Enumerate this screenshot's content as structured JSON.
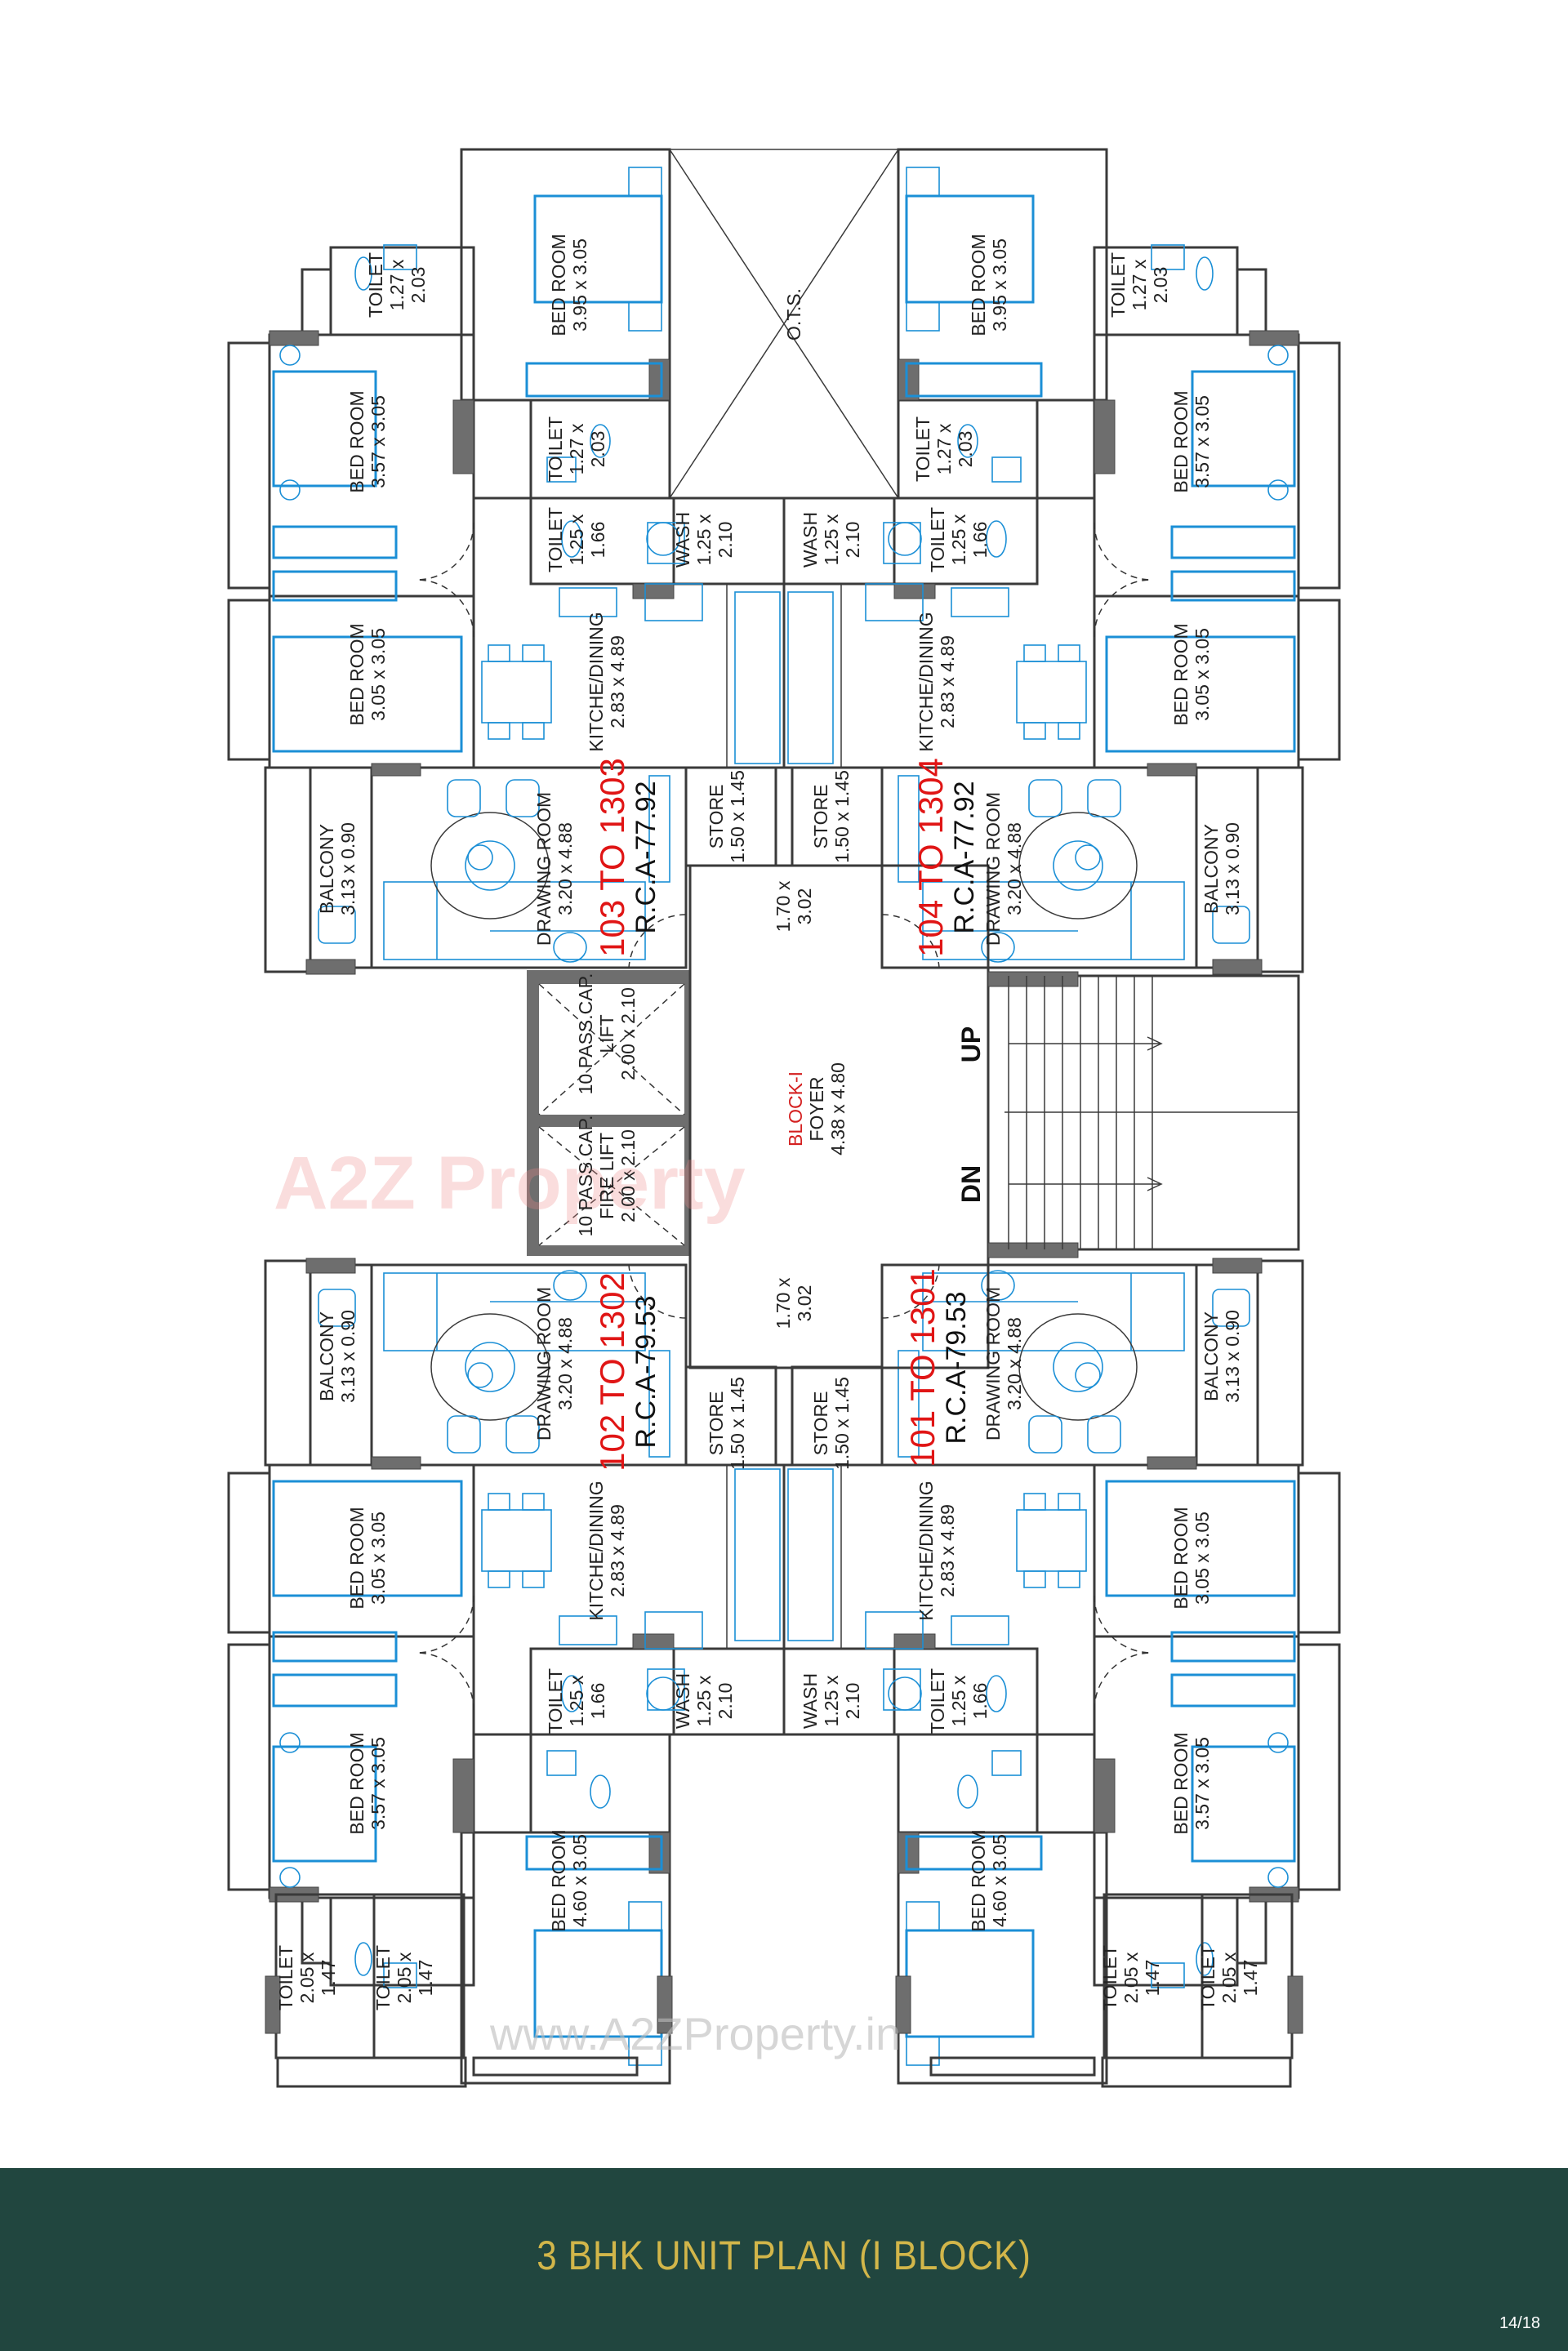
{
  "footer": {
    "title": "3 BHK UNIT PLAN (I BLOCK)",
    "page": "14/18",
    "background_color": "#21463f",
    "title_color": "#d2b64a"
  },
  "colors": {
    "furniture": "#1b8fd6",
    "unit_label": "#e01515",
    "walls": "#3a3a3a",
    "columns": "#6e6e6e"
  },
  "units": [
    {
      "number": "103 TO 1303",
      "rca": "R.C.A-77.92"
    },
    {
      "number": "104 TO 1304",
      "rca": "R.C.A-77.92"
    },
    {
      "number": "102 TO 1302",
      "rca": "R.C.A-79.53"
    },
    {
      "number": "101 TO 1301",
      "rca": "R.C.A-79.53"
    }
  ],
  "stairs": {
    "up": "UP",
    "down": "DN"
  },
  "watermarks": {
    "logo": "A2Z Property",
    "url": "www.A2ZProperty.in"
  },
  "labels": [
    {
      "lines": [
        "TOILET",
        "1.27 x",
        "2.03"
      ]
    },
    {
      "lines": [
        "BED ROOM",
        "3.95 x 3.05"
      ]
    },
    {
      "lines": [
        "O.T.S."
      ]
    },
    {
      "lines": [
        "BED ROOM",
        "3.95 x 3.05"
      ]
    },
    {
      "lines": [
        "TOILET",
        "1.27 x",
        "2.03"
      ]
    },
    {
      "lines": [
        "BED ROOM",
        "3.57 x 3.05"
      ]
    },
    {
      "lines": [
        "TOILET",
        "1.27 x",
        "2.03"
      ]
    },
    {
      "lines": [
        "TOILET",
        "1.27 x",
        "2.03"
      ]
    },
    {
      "lines": [
        "BED ROOM",
        "3.57 x 3.05"
      ]
    },
    {
      "lines": [
        "TOILET",
        "1.25 x",
        "1.66"
      ]
    },
    {
      "lines": [
        "WASH",
        "1.25 x",
        "2.10"
      ]
    },
    {
      "lines": [
        "WASH",
        "1.25 x",
        "2.10"
      ]
    },
    {
      "lines": [
        "TOILET",
        "1.25 x",
        "1.66"
      ]
    },
    {
      "lines": [
        "BED ROOM",
        "3.05 x 3.05"
      ]
    },
    {
      "lines": [
        "KITCHE/DINING",
        "2.83 x 4.89"
      ]
    },
    {
      "lines": [
        "KITCHE/DINING",
        "2.83 x 4.89"
      ]
    },
    {
      "lines": [
        "BED ROOM",
        "3.05 x 3.05"
      ]
    },
    {
      "lines": [
        "BALCONY",
        "3.13 x 0.90"
      ]
    },
    {
      "lines": [
        "DRAWING ROOM",
        "3.20 x 4.88"
      ]
    },
    {
      "lines": [
        "STORE",
        "1.50 x 1.45"
      ]
    },
    {
      "lines": [
        "STORE",
        "1.50 x 1.45"
      ]
    },
    {
      "lines": [
        "1.70 x",
        "3.02"
      ]
    },
    {
      "lines": [
        "DRAWING ROOM",
        "3.20 x 4.88"
      ]
    },
    {
      "lines": [
        "BALCONY",
        "3.13 x 0.90"
      ]
    },
    {
      "lines": [
        "10 PASS.CAP.",
        "LIFT",
        "2.00 x 2.10"
      ]
    },
    {
      "lines": [
        "10 PASS.CAP.",
        "FIRE LIFT",
        "2.00 x 2.10"
      ]
    },
    {
      "lines": [
        "BLOCK-I",
        "FOYER",
        "4.38 x 4.80"
      ],
      "accent_first": true
    },
    {
      "lines": [
        "1.70 x",
        "3.02"
      ]
    },
    {
      "lines": [
        "BALCONY",
        "3.13 x 0.90"
      ]
    },
    {
      "lines": [
        "DRAWING ROOM",
        "3.20 x 4.88"
      ]
    },
    {
      "lines": [
        "STORE",
        "1.50 x 1.45"
      ]
    },
    {
      "lines": [
        "STORE",
        "1.50 x 1.45"
      ]
    },
    {
      "lines": [
        "DRAWING ROOM",
        "3.20 x 4.88"
      ]
    },
    {
      "lines": [
        "BALCONY",
        "3.13 x 0.90"
      ]
    },
    {
      "lines": [
        "BED ROOM",
        "3.05 x 3.05"
      ]
    },
    {
      "lines": [
        "KITCHE/DINING",
        "2.83 x 4.89"
      ]
    },
    {
      "lines": [
        "KITCHE/DINING",
        "2.83 x 4.89"
      ]
    },
    {
      "lines": [
        "BED ROOM",
        "3.05 x 3.05"
      ]
    },
    {
      "lines": [
        "TOILET",
        "1.25 x",
        "1.66"
      ]
    },
    {
      "lines": [
        "WASH",
        "1.25 x",
        "2.10"
      ]
    },
    {
      "lines": [
        "WASH",
        "1.25 x",
        "2.10"
      ]
    },
    {
      "lines": [
        "TOILET",
        "1.25 x",
        "1.66"
      ]
    },
    {
      "lines": [
        "BED ROOM",
        "3.57 x 3.05"
      ]
    },
    {
      "lines": [
        "BED ROOM",
        "4.60 x 3.05"
      ]
    },
    {
      "lines": [
        "BED ROOM",
        "4.60 x 3.05"
      ]
    },
    {
      "lines": [
        "BED ROOM",
        "3.57 x 3.05"
      ]
    },
    {
      "lines": [
        "TOILET",
        "2.05 x",
        "1.47"
      ]
    },
    {
      "lines": [
        "TOILET",
        "2.05 x",
        "1.47"
      ]
    },
    {
      "lines": [
        "TOILET",
        "2.05 x",
        "1.47"
      ]
    },
    {
      "lines": [
        "TOILET",
        "2.05 x",
        "1.47"
      ]
    }
  ]
}
